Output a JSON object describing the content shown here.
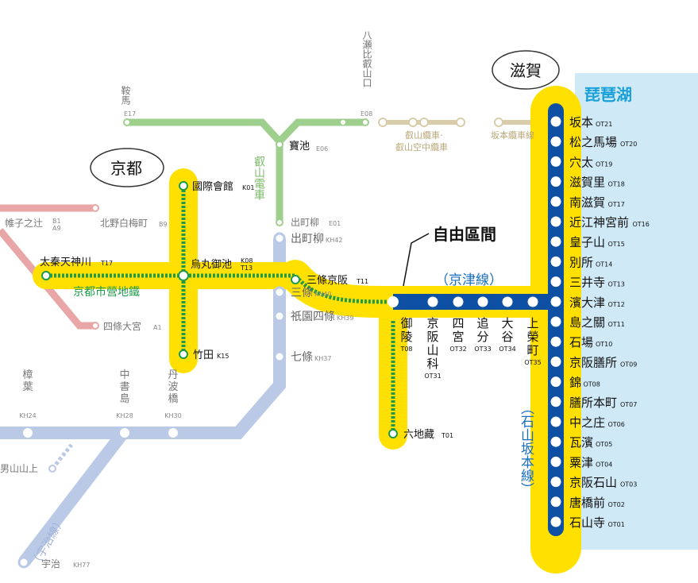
{
  "regions": {
    "kyoto": "京都",
    "shiga": "滋賀",
    "biwako": "琵琶湖"
  },
  "annotations": {
    "free_section": "自由區間"
  },
  "lines": {
    "keishin": "（京津線）",
    "ishiyama": "（石山坂本線）",
    "subway": "京都市營地鐵",
    "eizan": "叡山電車",
    "eizan_cable": "叡山纜車·",
    "eizan_rope": "叡山空中纜車",
    "sakamoto_cable": "坂本纜車線",
    "uji": "（宇治線）"
  },
  "stations": {
    "ishiyama": [
      {
        "name": "坂本",
        "code": "OT21"
      },
      {
        "name": "松之馬場",
        "code": "OT20"
      },
      {
        "name": "穴太",
        "code": "OT19"
      },
      {
        "name": "滋賀里",
        "code": "OT18"
      },
      {
        "name": "南滋賀",
        "code": "OT17"
      },
      {
        "name": "近江神宮前",
        "code": "OT16"
      },
      {
        "name": "皇子山",
        "code": "OT15"
      },
      {
        "name": "別所",
        "code": "OT14"
      },
      {
        "name": "三井寺",
        "code": "OT13"
      },
      {
        "name": "濱大津",
        "code": "OT12"
      },
      {
        "name": "島之關",
        "code": "OT11"
      },
      {
        "name": "石場",
        "code": "OT10"
      },
      {
        "name": "京阪膳所",
        "code": "OT09"
      },
      {
        "name": "錦",
        "code": "OT08"
      },
      {
        "name": "膳所本町",
        "code": "OT07"
      },
      {
        "name": "中之庄",
        "code": "OT06"
      },
      {
        "name": "瓦濱",
        "code": "OT05"
      },
      {
        "name": "粟津",
        "code": "OT04"
      },
      {
        "name": "京阪石山",
        "code": "OT03"
      },
      {
        "name": "唐橋前",
        "code": "OT02"
      },
      {
        "name": "石山寺",
        "code": "OT01"
      }
    ],
    "keishin": [
      {
        "name": "御陵",
        "code": "T08"
      },
      {
        "name": "京阪山科",
        "code": "OT31"
      },
      {
        "name": "四宮",
        "code": "OT32"
      },
      {
        "name": "追分",
        "code": "OT33"
      },
      {
        "name": "大谷",
        "code": "OT34"
      },
      {
        "name": "上榮町",
        "code": "OT35"
      }
    ],
    "sanjo_keihan": {
      "name": "三條京阪",
      "code": "T11"
    },
    "rokujizo": {
      "name": "六地藏",
      "code": "T01"
    },
    "kokusai": {
      "name": "國際會館",
      "code": "K01"
    },
    "karasuma_oike": {
      "name": "烏丸御池",
      "code": "K08",
      "code2": "T13"
    },
    "takeda": {
      "name": "竹田",
      "code": "K15"
    },
    "uzumasa": {
      "name": "太秦天神川",
      "code": "T17"
    },
    "keihan_main": [
      {
        "name": "出町柳",
        "code": "KH42"
      },
      {
        "name": "三條",
        "code": "KH40"
      },
      {
        "name": "祇園四條",
        "code": "KH39"
      },
      {
        "name": "七條",
        "code": "KH37"
      }
    ],
    "keihan_south": [
      {
        "name": "樟葉",
        "code": "KH24"
      },
      {
        "name": "中書島",
        "code": "KH28"
      },
      {
        "name": "丹波橋",
        "code": "KH30"
      }
    ],
    "uji": {
      "name": "宇治",
      "code": "KH77"
    },
    "otokoyama": {
      "name": "男山山上"
    },
    "demachi_eizan": {
      "name": "出町柳",
      "code": "E01"
    },
    "takaragaike": {
      "name": "寶池",
      "code": "E06"
    },
    "kurama": {
      "name": "鞍馬",
      "code": "E17"
    },
    "yase": {
      "name": "八瀬比叡山口",
      "code": "E08"
    },
    "kitano": {
      "name": "北野白梅町",
      "code": "B9"
    },
    "kitano_line": {
      "name": "帷子之辻",
      "code": "B1",
      "code2": "A9"
    },
    "shijo_omiya": {
      "name": "四條大宮",
      "code": "A1"
    }
  },
  "colors": {
    "free_zone": "#ffe000",
    "keishin": "#0d4fa3",
    "subway": "#1f9a4a",
    "keihan": "#b9c9e6",
    "eizan": "#9fcf8c",
    "cable": "#d9ccaa",
    "randen": "#e8a6a6",
    "lake": "#cfe9f7"
  }
}
